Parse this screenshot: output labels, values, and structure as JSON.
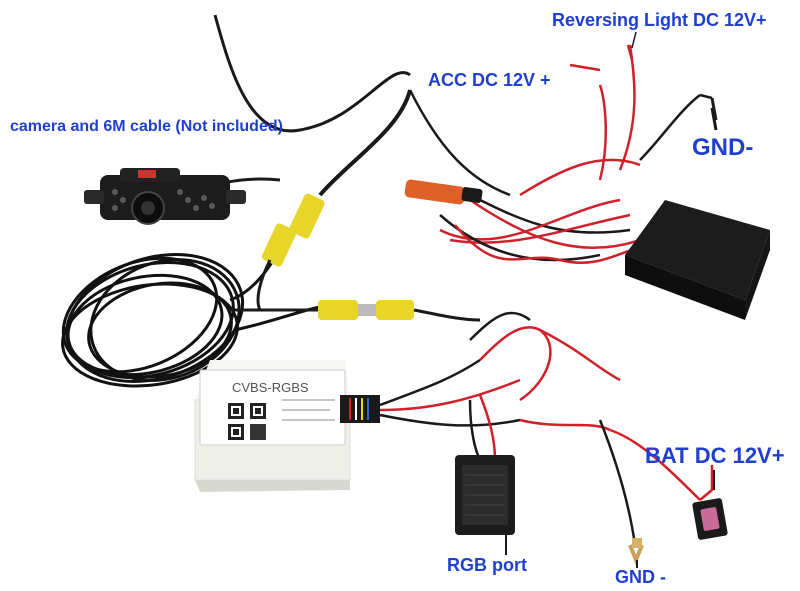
{
  "colors": {
    "label_text": "#1f3fcf",
    "wire_red": "#d0202a",
    "wire_black": "#1a1a1a",
    "rca_yellow": "#e8d52a",
    "connector_orange": "#e0602a",
    "module_white": "#efefea",
    "box_black": "#1c1c1c"
  },
  "labels": {
    "reversing_light": "Reversing Light DC 12V+",
    "acc": "ACC DC 12V +",
    "gnd_top": "GND-",
    "camera": "camera and 6M cable (Not included)",
    "bat": "BAT DC 12V+",
    "rgb_port": "RGB port",
    "gnd_bottom": "GND -"
  },
  "module": {
    "model": "CVBS-RGBS"
  },
  "icons": {
    "camera": "rear-view-camera-icon",
    "module": "converter-module-icon",
    "control_box": "black-control-box-icon",
    "rgb_connector": "rgb-connector-icon",
    "fuse": "fuse-holder-icon",
    "ground_terminal": "fork-terminal-icon"
  }
}
